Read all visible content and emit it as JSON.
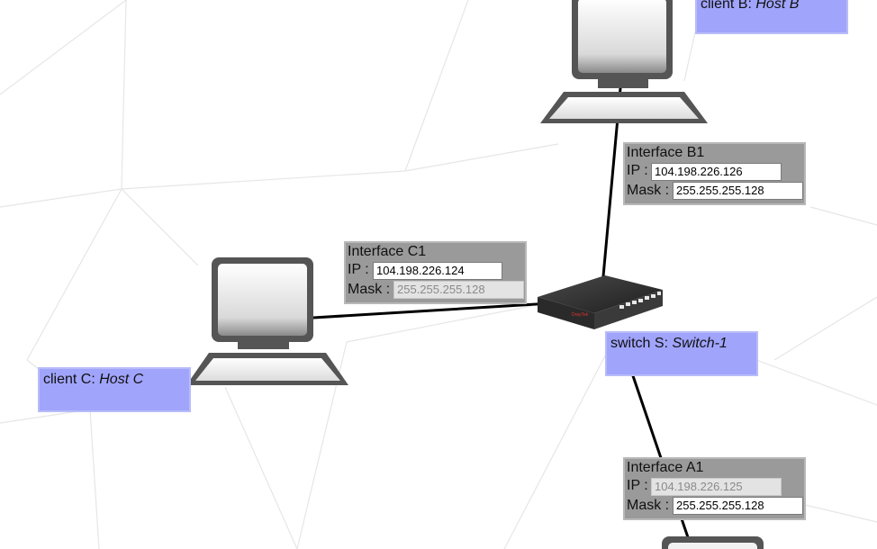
{
  "nodes": {
    "client_b": {
      "kind": "client B",
      "name": "Host B"
    },
    "client_c": {
      "kind": "client C",
      "name": "Host C"
    },
    "switch_s": {
      "kind": "switch S",
      "name": "Switch-1"
    },
    "switch_brand": "DrayTek"
  },
  "interfaces": {
    "b1": {
      "title": "Interface B1",
      "ip_label": "IP :",
      "ip": "104.198.226.126",
      "mask_label": "Mask :",
      "mask": "255.255.255.128"
    },
    "c1": {
      "title": "Interface C1",
      "ip_label": "IP :",
      "ip": "104.198.226.124",
      "mask_label": "Mask :",
      "mask": "255.255.255.128"
    },
    "a1": {
      "title": "Interface A1",
      "ip_label": "IP :",
      "ip": "104.198.226.125",
      "mask_label": "Mask :",
      "mask": "255.255.255.128"
    }
  },
  "colors": {
    "label_fill": "#a0a4fb",
    "interface_fill": "#9a9a9a",
    "link": "#000000",
    "background_mesh": "#e6e6e6"
  }
}
